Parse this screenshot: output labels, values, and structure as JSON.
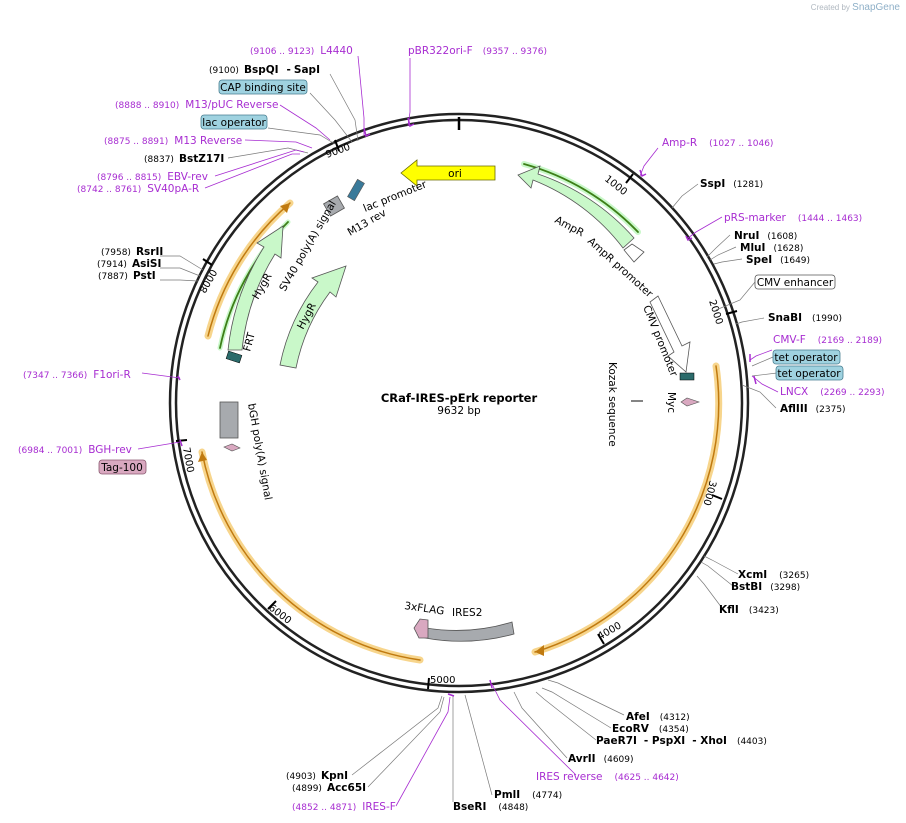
{
  "credit": {
    "prefix": "Created by",
    "brand": "SnapGene"
  },
  "plasmid": {
    "name": "CRaf-IRES-pErk reporter",
    "size": "9632 bp"
  },
  "ticks": [
    "1000",
    "2000",
    "3000",
    "4000",
    "5000",
    "6000",
    "7000",
    "8000",
    "9000"
  ],
  "features": {
    "ori": "ori",
    "ampr_label": "AmpR",
    "ampr_promoter": "AmpR promoter",
    "cmv_promoter": "CMV promoter",
    "kozak": "Kozak sequence",
    "myc": "Myc",
    "ires2": "IRES2",
    "flag": "3xFLAG",
    "bgh": "bGH poly(A) signal",
    "sv40": "SV40 poly(A) signal",
    "hygr1": "HygR",
    "hygr2": "HygR",
    "frt": "FRT",
    "lac_promoter": "lac promoter",
    "m13rev": "M13 rev"
  },
  "boxed": {
    "cap": "CAP binding site",
    "lac_operator": "lac operator",
    "cmv_enhancer": "CMV enhancer",
    "tet_operator1": "tet operator",
    "tet_operator2": "tet operator",
    "tag100": "Tag-100"
  },
  "primers": {
    "l4440": {
      "name": "L4440",
      "pos": "(9106 .. 9123)"
    },
    "pbr322": {
      "name": "pBR322ori-F",
      "pos": "(9357 .. 9376)"
    },
    "m13puc": {
      "name": "M13/pUC Reverse",
      "pos": "(8888 .. 8910)"
    },
    "m13rev": {
      "name": "M13 Reverse",
      "pos": "(8875 .. 8891)"
    },
    "ebvrev": {
      "name": "EBV-rev",
      "pos": "(8796 .. 8815)"
    },
    "sv40pa": {
      "name": "SV40pA-R",
      "pos": "(8742 .. 8761)"
    },
    "f1ori": {
      "name": "F1ori-R",
      "pos": "(7347 .. 7366)"
    },
    "bghrev": {
      "name": "BGH-rev",
      "pos": "(6984 .. 7001)"
    },
    "ampr": {
      "name": "Amp-R",
      "pos": "(1027 .. 1046)"
    },
    "prs": {
      "name": "pRS-marker",
      "pos": "(1444 .. 1463)"
    },
    "cmvf": {
      "name": "CMV-F",
      "pos": "(2169 .. 2189)"
    },
    "lncx": {
      "name": "LNCX",
      "pos": "(2269 .. 2293)"
    },
    "iresrev": {
      "name": "IRES reverse",
      "pos": "(4625 .. 4642)"
    },
    "iresf": {
      "name": "IRES-F",
      "pos": "(4852 .. 4871)"
    }
  },
  "enzymes": {
    "bspqi": {
      "name": "BspQI",
      "sep": "-",
      "name2": "SapI",
      "pos": "(9100)"
    },
    "bstz17i": {
      "name": "BstZ17I",
      "pos": "(8837)"
    },
    "rsrii": {
      "name": "RsrII",
      "pos": "(7958)"
    },
    "asisi": {
      "name": "AsiSI",
      "pos": "(7914)"
    },
    "psti": {
      "name": "PstI",
      "pos": "(7887)"
    },
    "sspi": {
      "name": "SspI",
      "pos": "(1281)"
    },
    "nrui": {
      "name": "NruI",
      "pos": "(1608)"
    },
    "mlui": {
      "name": "MluI",
      "pos": "(1628)"
    },
    "spei": {
      "name": "SpeI",
      "pos": "(1649)"
    },
    "snabi": {
      "name": "SnaBI",
      "pos": "(1990)"
    },
    "aflii": {
      "name": "AflIII",
      "pos": "(2375)"
    },
    "xcmi": {
      "name": "XcmI",
      "pos": "(3265)"
    },
    "bstbi": {
      "name": "BstBI",
      "pos": "(3298)"
    },
    "kfli": {
      "name": "KflI",
      "pos": "(3423)"
    },
    "afei": {
      "name": "AfeI",
      "pos": "(4312)"
    },
    "ecorv": {
      "name": "EcoRV",
      "pos": "(4354)"
    },
    "paer7i": {
      "name": "PaeR7I",
      "sep": "- PspXI",
      "sep2": "- XhoI",
      "pos": "(4403)"
    },
    "avrii": {
      "name": "AvrII",
      "pos": "(4609)"
    },
    "pmli": {
      "name": "PmlI",
      "pos": "(4774)"
    },
    "bseri": {
      "name": "BseRI",
      "pos": "(4848)"
    },
    "kpni": {
      "name": "KpnI",
      "pos": "(4903)"
    },
    "acc65i": {
      "name": "Acc65I",
      "pos": "(4899)"
    }
  },
  "colors": {
    "primer": "#a72cd1",
    "orf": "#c9f8c9",
    "ori": "#ffff00",
    "tag": "#d9a8c0",
    "box": "#9fd2e0"
  }
}
